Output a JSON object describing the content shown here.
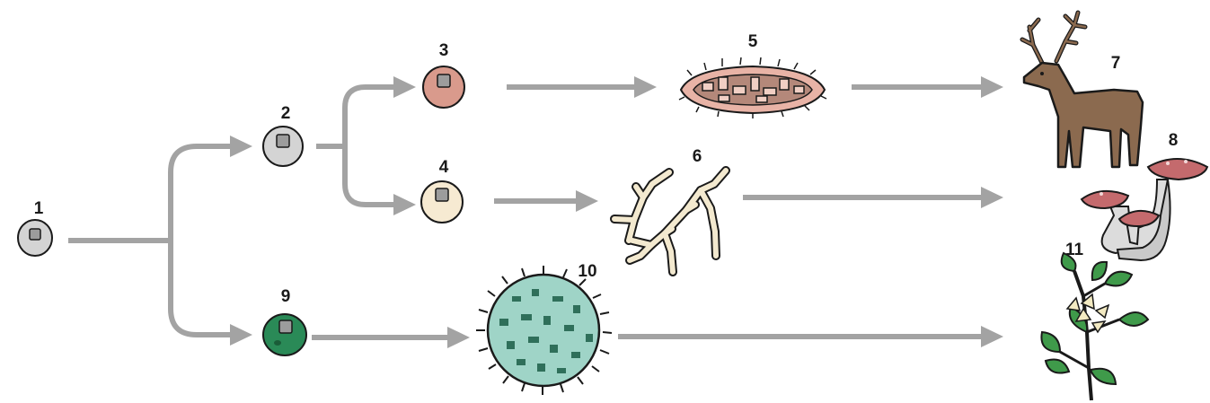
{
  "diagram": {
    "labels": {
      "n1": "1",
      "n2": "2",
      "n3": "3",
      "n4": "4",
      "n5": "5",
      "n6": "6",
      "n7": "7",
      "n8": "8",
      "n9": "9",
      "n10": "10",
      "n11": "11"
    },
    "colors": {
      "connector": "#a3a3a3",
      "cell_grey": "#d4d4d4",
      "cell_red": "#d99a8c",
      "cell_cream": "#f6ead2",
      "cell_green": "#2a8a57",
      "nucleus": "#9c9c9c",
      "deer": "#8b6a4f",
      "mushroom_cap": "#c46a6d",
      "leaf": "#3f9a4a",
      "flower": "#f3eac2"
    },
    "icons": [
      "cell-icon",
      "sponge-mass-icon",
      "hyphae-icon",
      "deer-icon",
      "mushroom-icon",
      "algae-colony-icon",
      "flowering-plant-icon"
    ]
  }
}
